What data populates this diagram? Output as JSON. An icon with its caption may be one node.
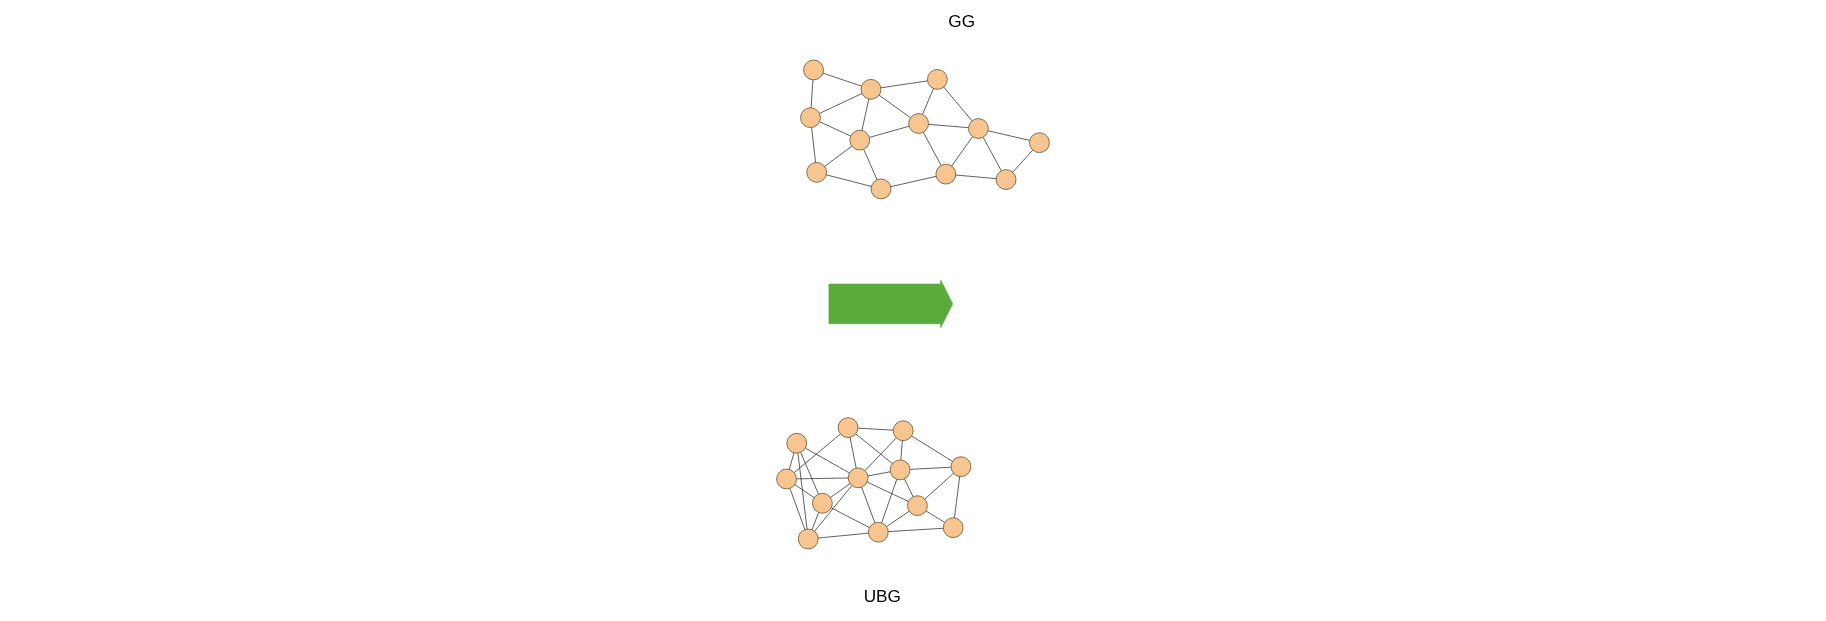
{
  "diagram": {
    "nodes": [
      {
        "text": [],
        "shape": "circle"
      },
      {
        "text": [],
        "shape": "circle"
      },
      {
        "text": [],
        "shape": "circle"
      },
      {
        "text": [],
        "shape": "circle"
      },
      {
        "text": [],
        "shape": "circle"
      },
      {
        "text": [],
        "shape": "circle"
      },
      {
        "text": [],
        "shape": "circle"
      },
      {
        "text": [],
        "shape": "circle"
      },
      {
        "text": [],
        "shape": "circle"
      },
      {
        "text": [],
        "shape": "circle"
      },
      {
        "text": [],
        "shape": "circle"
      },
      {
        "text": [],
        "shape": "circle"
      },
      {
        "text": [],
        "shape": "arrow"
      },
      {
        "text": [],
        "shape": "circle"
      },
      {
        "text": [],
        "shape": "circle"
      },
      {
        "text": [],
        "shape": "circle"
      },
      {
        "text": [],
        "shape": "circle"
      },
      {
        "text": [],
        "shape": "circle"
      },
      {
        "text": [],
        "shape": "circle"
      },
      {
        "text": [],
        "shape": "circle"
      },
      {
        "text": [],
        "shape": "circle"
      },
      {
        "text": [],
        "shape": "circle"
      },
      {
        "text": [],
        "shape": "circle"
      },
      {
        "text": [],
        "shape": "circle"
      },
      {
        "text": [],
        "shape": "circle"
      }
    ],
    "edges": [
      {
        "from": 0,
        "to": 1,
        "arrow": "none"
      },
      {
        "from": 0,
        "to": 2,
        "arrow": "none"
      },
      {
        "from": 0,
        "to": 3,
        "arrow": "none"
      },
      {
        "from": 0,
        "to": 6,
        "arrow": "none"
      },
      {
        "from": 0,
        "to": 7,
        "arrow": "none"
      },
      {
        "from": 1,
        "to": 2,
        "arrow": "none"
      },
      {
        "from": 1,
        "to": 4,
        "arrow": "none"
      },
      {
        "from": 1,
        "to": 5,
        "arrow": "none"
      },
      {
        "from": 1,
        "to": 6,
        "arrow": "none"
      },
      {
        "from": 1,
        "to": 8,
        "arrow": "none"
      },
      {
        "from": 2,
        "to": 3,
        "arrow": "none"
      },
      {
        "from": 2,
        "to": 6,
        "arrow": "none"
      },
      {
        "from": 2,
        "to": 7,
        "arrow": "none"
      },
      {
        "from": 3,
        "to": 6,
        "arrow": "none"
      },
      {
        "from": 3,
        "to": 7,
        "arrow": "none"
      },
      {
        "from": 4,
        "to": 5,
        "arrow": "none"
      },
      {
        "from": 4,
        "to": 9,
        "arrow": "none"
      },
      {
        "from": 5,
        "to": 6,
        "arrow": "none"
      },
      {
        "from": 5,
        "to": 8,
        "arrow": "none"
      },
      {
        "from": 5,
        "to": 9,
        "arrow": "none"
      },
      {
        "from": 6,
        "to": 7,
        "arrow": "none"
      },
      {
        "from": 6,
        "to": 8,
        "arrow": "none"
      },
      {
        "from": 6,
        "to": 10,
        "arrow": "none"
      },
      {
        "from": 6,
        "to": 11,
        "arrow": "none"
      },
      {
        "from": 7,
        "to": 10,
        "arrow": "none"
      },
      {
        "from": 8,
        "to": 9,
        "arrow": "none"
      },
      {
        "from": 8,
        "to": 10,
        "arrow": "none"
      },
      {
        "from": 8,
        "to": 11,
        "arrow": "none"
      },
      {
        "from": 9,
        "to": 11,
        "arrow": "none"
      },
      {
        "from": 10,
        "to": 11,
        "arrow": "none"
      },
      {
        "from": 13,
        "to": 15,
        "arrow": "none"
      },
      {
        "from": 13,
        "to": 16,
        "arrow": "none"
      },
      {
        "from": 14,
        "to": 15,
        "arrow": "none"
      },
      {
        "from": 14,
        "to": 18,
        "arrow": "none"
      },
      {
        "from": 14,
        "to": 19,
        "arrow": "none"
      },
      {
        "from": 15,
        "to": 16,
        "arrow": "none"
      },
      {
        "from": 15,
        "to": 19,
        "arrow": "none"
      },
      {
        "from": 15,
        "to": 20,
        "arrow": "none"
      },
      {
        "from": 16,
        "to": 20,
        "arrow": "none"
      },
      {
        "from": 17,
        "to": 18,
        "arrow": "none"
      },
      {
        "from": 17,
        "to": 22,
        "arrow": "none"
      },
      {
        "from": 18,
        "to": 19,
        "arrow": "none"
      },
      {
        "from": 18,
        "to": 21,
        "arrow": "none"
      },
      {
        "from": 18,
        "to": 22,
        "arrow": "none"
      },
      {
        "from": 19,
        "to": 20,
        "arrow": "none"
      },
      {
        "from": 19,
        "to": 21,
        "arrow": "none"
      },
      {
        "from": 20,
        "to": 23,
        "arrow": "none"
      },
      {
        "from": 21,
        "to": 22,
        "arrow": "none"
      },
      {
        "from": 21,
        "to": 23,
        "arrow": "none"
      },
      {
        "from": 21,
        "to": 24,
        "arrow": "none"
      },
      {
        "from": 22,
        "to": 24,
        "arrow": "none"
      },
      {
        "from": 23,
        "to": 24,
        "arrow": "none"
      }
    ],
    "labels": [
      "UBG",
      "GG"
    ]
  }
}
